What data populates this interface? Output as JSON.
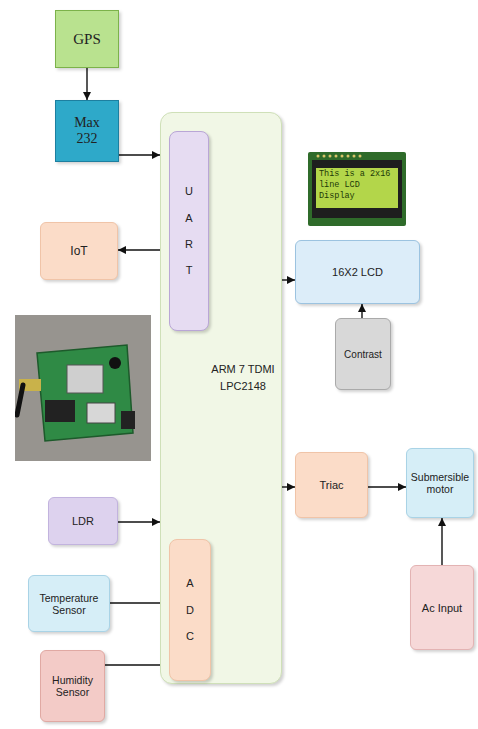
{
  "diagram": {
    "nodes": [
      {
        "text": [
          "GPS"
        ]
      },
      {
        "text": [
          "Max 232"
        ]
      },
      {
        "text": [
          "ARM 7 TDMI LPC2148"
        ]
      },
      {
        "text": [
          "UART"
        ],
        "in": 2
      },
      {
        "text": [
          "IoT"
        ]
      },
      {
        "text": [
          "LDR"
        ]
      },
      {
        "text": [
          "ADC"
        ],
        "in": 2
      },
      {
        "text": [
          "Temperature Sensor"
        ]
      },
      {
        "text": [
          "Humidity Sensor"
        ]
      },
      {
        "text": [
          "16X2 LCD"
        ]
      },
      {
        "text": [
          "Contrast"
        ]
      },
      {
        "text": [
          "Triac"
        ]
      },
      {
        "text": [
          "Submersible motor"
        ]
      },
      {
        "text": [
          "Ac Input"
        ]
      }
    ],
    "edges": [
      {
        "from": 0,
        "to": 1,
        "arrow": "to"
      },
      {
        "from": 1,
        "to": 2,
        "arrow": "to"
      },
      {
        "from": 4,
        "to": 3,
        "arrow": "both"
      },
      {
        "from": 2,
        "to": 9,
        "arrow": "to"
      },
      {
        "from": 10,
        "to": 9,
        "arrow": "to"
      },
      {
        "from": 2,
        "to": 11,
        "arrow": "to"
      },
      {
        "from": 11,
        "to": 12,
        "arrow": "to"
      },
      {
        "from": 13,
        "to": 12,
        "arrow": "to"
      },
      {
        "from": 5,
        "to": 2,
        "arrow": "to"
      },
      {
        "from": 7,
        "to": 6,
        "arrow": "to"
      },
      {
        "from": 8,
        "to": 6,
        "arrow": "to"
      }
    ],
    "labels": [
      "This is a 2x16 line LCD Display"
    ]
  }
}
